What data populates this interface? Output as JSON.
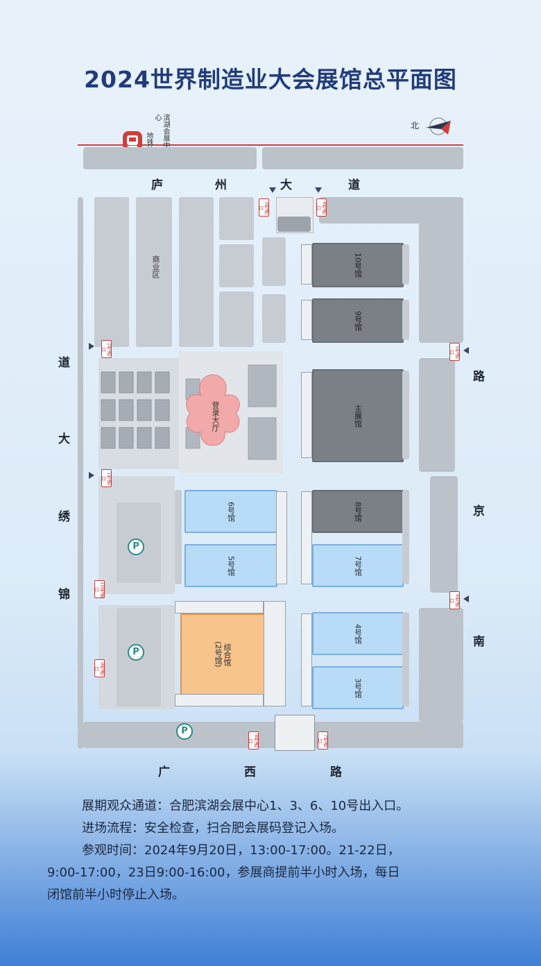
{
  "title": "2024世界制造业大会展馆总平面图",
  "compass_label": "北",
  "metro": {
    "name": "滨湖会展中心",
    "sub": "地铁站"
  },
  "streets": {
    "north": [
      "庐",
      "州",
      "大",
      "道"
    ],
    "west": [
      "道",
      "大",
      "绣",
      "锦"
    ],
    "east": [
      "路",
      "京",
      "南"
    ],
    "south": [
      "广",
      "西",
      "路"
    ]
  },
  "halls": {
    "h10": "10号馆",
    "h9": "9号馆",
    "main": "主展馆",
    "h8": "8号馆",
    "h7": "7号馆",
    "h4": "4号馆",
    "h3": "3号馆",
    "h6": "6号馆",
    "h5": "5号馆",
    "h2a": "综合馆",
    "h2b": "(2号馆)",
    "commercial": "商业区",
    "lobby": "登录大厅"
  },
  "gates": {
    "g1": "1号通口",
    "g2": "2号通口",
    "g3": "3号通口",
    "g4": "4号通口",
    "g5": "5号通口",
    "g6": "6号通口",
    "g7": "7号通口",
    "g8": "8号通口",
    "g9": "9号通口",
    "g10": "10号通口"
  },
  "parking_label": "P",
  "info": {
    "line1": "展期观众通道：合肥滨湖会展中心1、3、6、10号出入口。",
    "line2": "进场流程：安全检查，扫合肥会展码登记入场。",
    "line3a": "参观时间：2024年9月20日，13:00-17:00。21-22日，",
    "line3b": "9:00-17:00，23日9:00-16:00，参展商提前半小时入场，每日",
    "line3c": "闭馆前半小时停止入场。"
  },
  "colors": {
    "title": "#223c7a",
    "grey_hall": "#7b7f86",
    "blue_hall": "#b8dcf8",
    "orange_hall": "#f7c48b",
    "lobby": "#f2a9a9",
    "gate": "#c03a3a",
    "parking": "#2a8a8a"
  }
}
